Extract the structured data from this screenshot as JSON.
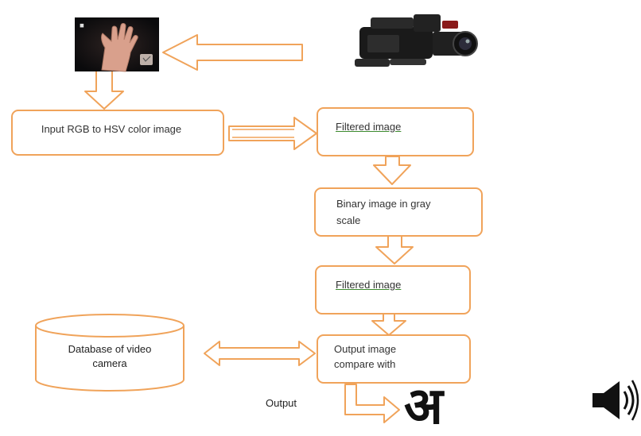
{
  "boxes": {
    "input_rgb_hsv": "Input RGB to HSV color image",
    "filtered_1": "Filtered image",
    "binary_gray": "Binary image in gray scale",
    "filtered_2": "Filtered image",
    "output_compare": "Output image compare with",
    "database": "Database of video camera"
  },
  "labels": {
    "output": "Output",
    "hindi_letter": "अ"
  },
  "icons": {
    "hand_photo": "hand-photo",
    "camera": "video-camera-icon",
    "speaker": "speaker-icon"
  },
  "colors": {
    "stroke": "#F0A35A",
    "underline": "#3C8A2E",
    "text": "#333333"
  }
}
